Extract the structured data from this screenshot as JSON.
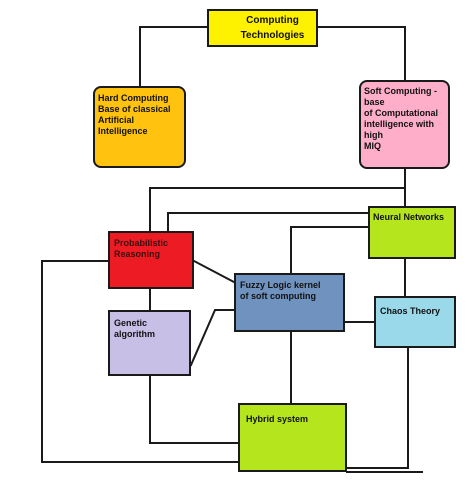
{
  "nodes": [
    {
      "id": "computing",
      "label": "Computing\nTechnologies",
      "color": "#fff200"
    },
    {
      "id": "hard",
      "label": "Hard Computing\nBase of classical\nArtificial\nIntelligence",
      "color": "#ffc20e"
    },
    {
      "id": "soft",
      "label": "Soft Computing -\nbase\nof Computational\nintelligence with\nhigh\nMIQ",
      "color": "#ffaec9"
    },
    {
      "id": "prob",
      "label": "Probabilistic\nReasoning",
      "color": "#ed1c24"
    },
    {
      "id": "fuzzy",
      "label": "Fuzzy Logic kernel\nof soft computing",
      "color": "#7092be"
    },
    {
      "id": "neural",
      "label": "Neural Networks",
      "color": "#b5e61d"
    },
    {
      "id": "chaos",
      "label": "Chaos Theory",
      "color": "#99d9ea"
    },
    {
      "id": "genetic",
      "label": "Genetic\nalgorithm",
      "color": "#c8bfe7"
    },
    {
      "id": "hybrid",
      "label": "Hybrid system",
      "color": "#b5e61d"
    }
  ]
}
